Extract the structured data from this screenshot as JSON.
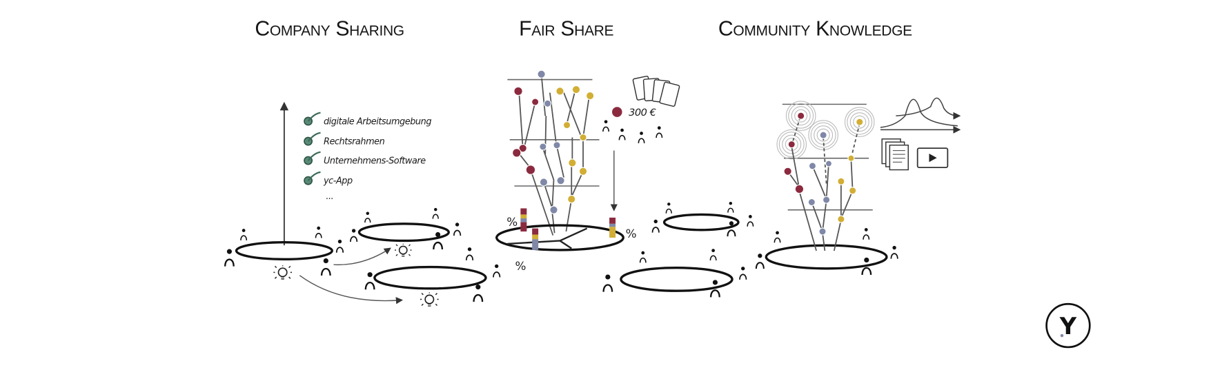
{
  "titles": {
    "company_sharing": "Company Sharing",
    "fair_share": "Fair Share",
    "community_knowledge": "Community Knowledge"
  },
  "company_sharing": {
    "checklist": [
      "digitale Arbeitsumgebung",
      "Rechtsrahmen",
      "Unternehmens-Software",
      "yc-App"
    ],
    "more": "...",
    "check_color": "#3d6b5a"
  },
  "fair_share": {
    "amount": "300 €",
    "percent_labels": [
      "%",
      "%",
      "%"
    ],
    "colors": {
      "red": "#8b2a3e",
      "blue": "#8088a8",
      "yellow": "#d2ae35"
    }
  },
  "logo": {
    "letter": "Y"
  }
}
